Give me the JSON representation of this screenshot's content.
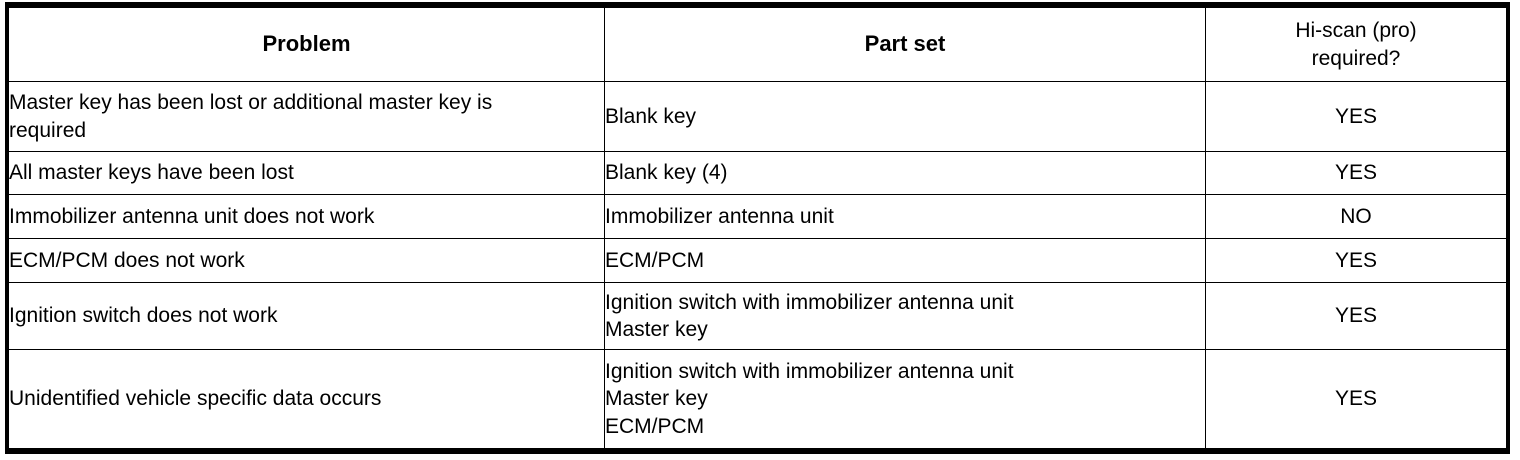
{
  "document": {
    "title": "Immobilizer problem / part set / Hi-scan requirement table"
  },
  "table": {
    "columns": [
      {
        "key": "problem",
        "label": "Problem",
        "bold": true,
        "align": "center"
      },
      {
        "key": "part_set",
        "label": "Part set",
        "bold": true,
        "align": "center"
      },
      {
        "key": "hiscan",
        "label_line1": "Hi-scan (pro)",
        "label_line2": "required?",
        "bold": false,
        "align": "center"
      }
    ],
    "rows": [
      {
        "problem_line1": "Master key has been lost or additional master key is",
        "problem_line2": "required",
        "part_line1": "Blank key",
        "part_line2": "",
        "part_line3": "",
        "hiscan": "YES"
      },
      {
        "problem_line1": "All master keys have been lost",
        "problem_line2": "",
        "part_line1": "Blank key (4)",
        "part_line2": "",
        "part_line3": "",
        "hiscan": "YES"
      },
      {
        "problem_line1": "Immobilizer antenna unit does not work",
        "problem_line2": "",
        "part_line1": "Immobilizer antenna unit",
        "part_line2": "",
        "part_line3": "",
        "hiscan": "NO"
      },
      {
        "problem_line1": "ECM/PCM does not work",
        "problem_line2": "",
        "part_line1": "ECM/PCM",
        "part_line2": "",
        "part_line3": "",
        "hiscan": "YES"
      },
      {
        "problem_line1": "Ignition switch does not work",
        "problem_line2": "",
        "part_line1": "Ignition switch with immobilizer antenna unit",
        "part_line2": "Master key",
        "part_line3": "",
        "hiscan": "YES"
      },
      {
        "problem_line1": "Unidentified vehicle specific data occurs",
        "problem_line2": "",
        "part_line1": "Ignition switch with immobilizer antenna unit",
        "part_line2": "Master key",
        "part_line3": "ECM/PCM",
        "hiscan": "YES"
      }
    ]
  },
  "colors": {
    "background": "#ffffff",
    "text": "#000000",
    "border": "#000000"
  }
}
